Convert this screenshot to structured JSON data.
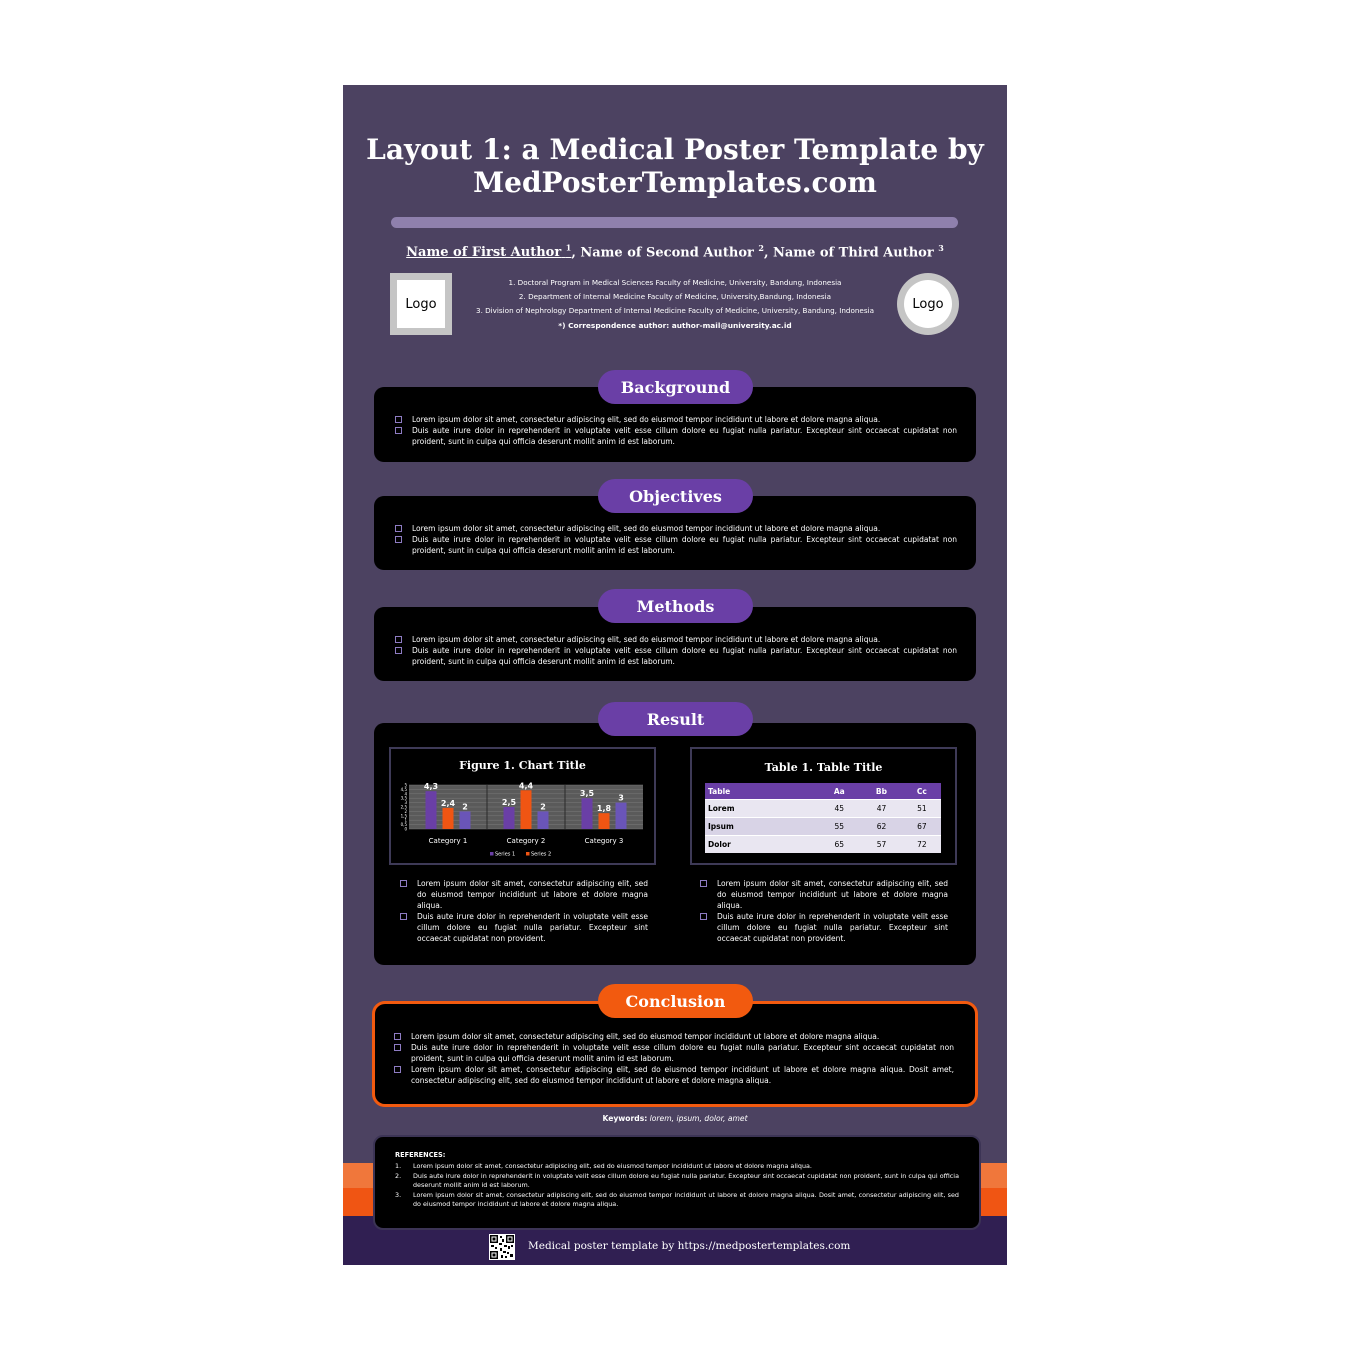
{
  "title": "Layout 1:  a Medical Poster Template by MedPosterTemplates.com",
  "authors": {
    "first": "Name of First Author",
    "first_sup": "1",
    "second": ", Name of Second Author",
    "second_sup": "2",
    "third": ", Name of Third Author",
    "third_sup": "3"
  },
  "logo_left": "Logo",
  "logo_right": "Logo",
  "affiliations": [
    "1. Doctoral Program in Medical Sciences Faculty of Medicine, University, Bandung, Indonesia",
    "2. Department of Internal Medicine Faculty of Medicine, University,Bandung, Indonesia",
    "3. Division of Nephrology Department of Internal Medicine Faculty of Medicine, University, Bandung, Indonesia"
  ],
  "correspondence": "*) Correspondence author: author-mail@university.ac.id",
  "sections": {
    "background": {
      "title": "Background",
      "items": [
        "Lorem ipsum dolor sit amet, consectetur adipiscing elit, sed do eiusmod tempor incididunt ut labore et dolore magna aliqua.",
        "Duis aute irure dolor in reprehenderit in voluptate velit esse cillum dolore eu fugiat nulla pariatur. Excepteur sint occaecat cupidatat non proident, sunt in culpa qui officia deserunt mollit anim id est laborum."
      ]
    },
    "objectives": {
      "title": "Objectives",
      "items": [
        "Lorem ipsum dolor sit amet, consectetur adipiscing elit, sed do eiusmod tempor incididunt ut labore et dolore magna aliqua.",
        "Duis aute irure dolor in reprehenderit in voluptate velit esse cillum dolore eu fugiat nulla pariatur. Excepteur sint occaecat cupidatat non proident, sunt in culpa qui officia deserunt mollit anim id est laborum."
      ]
    },
    "methods": {
      "title": "Methods",
      "items": [
        "Lorem ipsum dolor sit amet, consectetur adipiscing elit, sed do eiusmod tempor incididunt ut labore et dolore magna aliqua.",
        "Duis aute irure dolor in reprehenderit in voluptate velit esse cillum dolore eu fugiat nulla pariatur. Excepteur sint occaecat cupidatat non proident, sunt in culpa qui officia deserunt mollit anim id est laborum."
      ]
    },
    "result": {
      "title": "Result",
      "left_items": [
        "Lorem ipsum dolor sit amet, consectetur adipiscing elit, sed do eiusmod tempor incididunt ut labore et dolore magna aliqua.",
        "Duis aute irure dolor in reprehenderit in voluptate velit esse cillum dolore eu fugiat nulla pariatur. Excepteur sint occaecat cupidatat non provident."
      ],
      "right_items": [
        "Lorem ipsum dolor sit amet, consectetur adipiscing elit, sed do eiusmod tempor incididunt ut labore et dolore magna aliqua.",
        "Duis aute irure dolor in reprehenderit in voluptate velit esse cillum dolore eu fugiat nulla pariatur. Excepteur sint occaecat cupidatat non provident."
      ]
    },
    "conclusion": {
      "title": "Conclusion",
      "items": [
        "Lorem ipsum dolor sit amet, consectetur adipiscing elit, sed do eiusmod tempor incididunt ut labore et dolore magna aliqua.",
        "Duis aute irure dolor in reprehenderit in voluptate velit esse cillum dolore eu fugiat nulla pariatur. Excepteur sint occaecat cupidatat non proident, sunt in culpa qui officia deserunt mollit anim id est laborum.",
        "Lorem ipsum dolor sit amet, consectetur adipiscing elit, sed do eiusmod tempor incididunt ut labore et dolore magna aliqua. Dosit amet, consectetur adipiscing elit, sed do eiusmod tempor incididunt ut labore et dolore magna aliqua."
      ]
    }
  },
  "chart_data": {
    "type": "bar",
    "title": "Figure 1. Chart Title",
    "categories": [
      "Category 1",
      "Category 2",
      "Category 3"
    ],
    "series": [
      {
        "name": "Series 1",
        "values": [
          4.3,
          2.5,
          3.5
        ],
        "labels": [
          "4,3",
          "2,5",
          "3,5"
        ]
      },
      {
        "name": "Series 2",
        "values": [
          2.4,
          4.4,
          1.8
        ],
        "labels": [
          "2,4",
          "4,4",
          "1,8"
        ]
      },
      {
        "values": [
          2,
          2,
          3
        ],
        "labels": [
          "2",
          "2",
          "3"
        ]
      }
    ],
    "y_ticks": [
      "0",
      "0,5",
      "1",
      "1,5",
      "2",
      "2,5",
      "3",
      "3,5",
      "4",
      "4,5",
      "5"
    ],
    "ylim": [
      0,
      5
    ],
    "colors": [
      "#6a3fa6",
      "#f05513",
      "#6a55b8"
    ],
    "grid": true,
    "legend": "bottom"
  },
  "table": {
    "title": "Table 1. Table Title",
    "headers": [
      "Table",
      "Aa",
      "Bb",
      "Cc"
    ],
    "rows": [
      [
        "Lorem",
        "45",
        "47",
        "51"
      ],
      [
        "Ipsum",
        "55",
        "62",
        "67"
      ],
      [
        "Dolor",
        "65",
        "57",
        "72"
      ]
    ]
  },
  "keywords_label": "Keywords:",
  "keywords": " lorem, ipsum, dolor, amet",
  "references": {
    "title": "REFERENCES:",
    "items": [
      {
        "n": "1.",
        "text": "Lorem ipsum dolor sit amet, consectetur adipiscing elit, sed do eiusmod tempor incididunt ut labore et dolore magna aliqua."
      },
      {
        "n": "2.",
        "text": "Duis aute irure dolor in reprehenderit in voluptate velit esse cillum dolore eu fugiat nulla pariatur. Excepteur sint occaecat cupidatat non proident, sunt in culpa qui officia deserunt mollit anim id est laborum."
      },
      {
        "n": "3.",
        "text": "Lorem ipsum dolor sit amet, consectetur adipiscing elit, sed do eiusmod tempor incididunt ut labore et dolore magna aliqua. Dosit amet, consectetur adipiscing elit, sed do eiusmod tempor incididunt ut labore et dolore magna aliqua."
      }
    ]
  },
  "footer": "Medical poster template by https://medpostertemplates.com",
  "colors": {
    "poster_bg": "#4c4261",
    "accent_purple": "#6a3fa6",
    "accent_orange": "#f05513",
    "footer_bg": "#301f52"
  }
}
